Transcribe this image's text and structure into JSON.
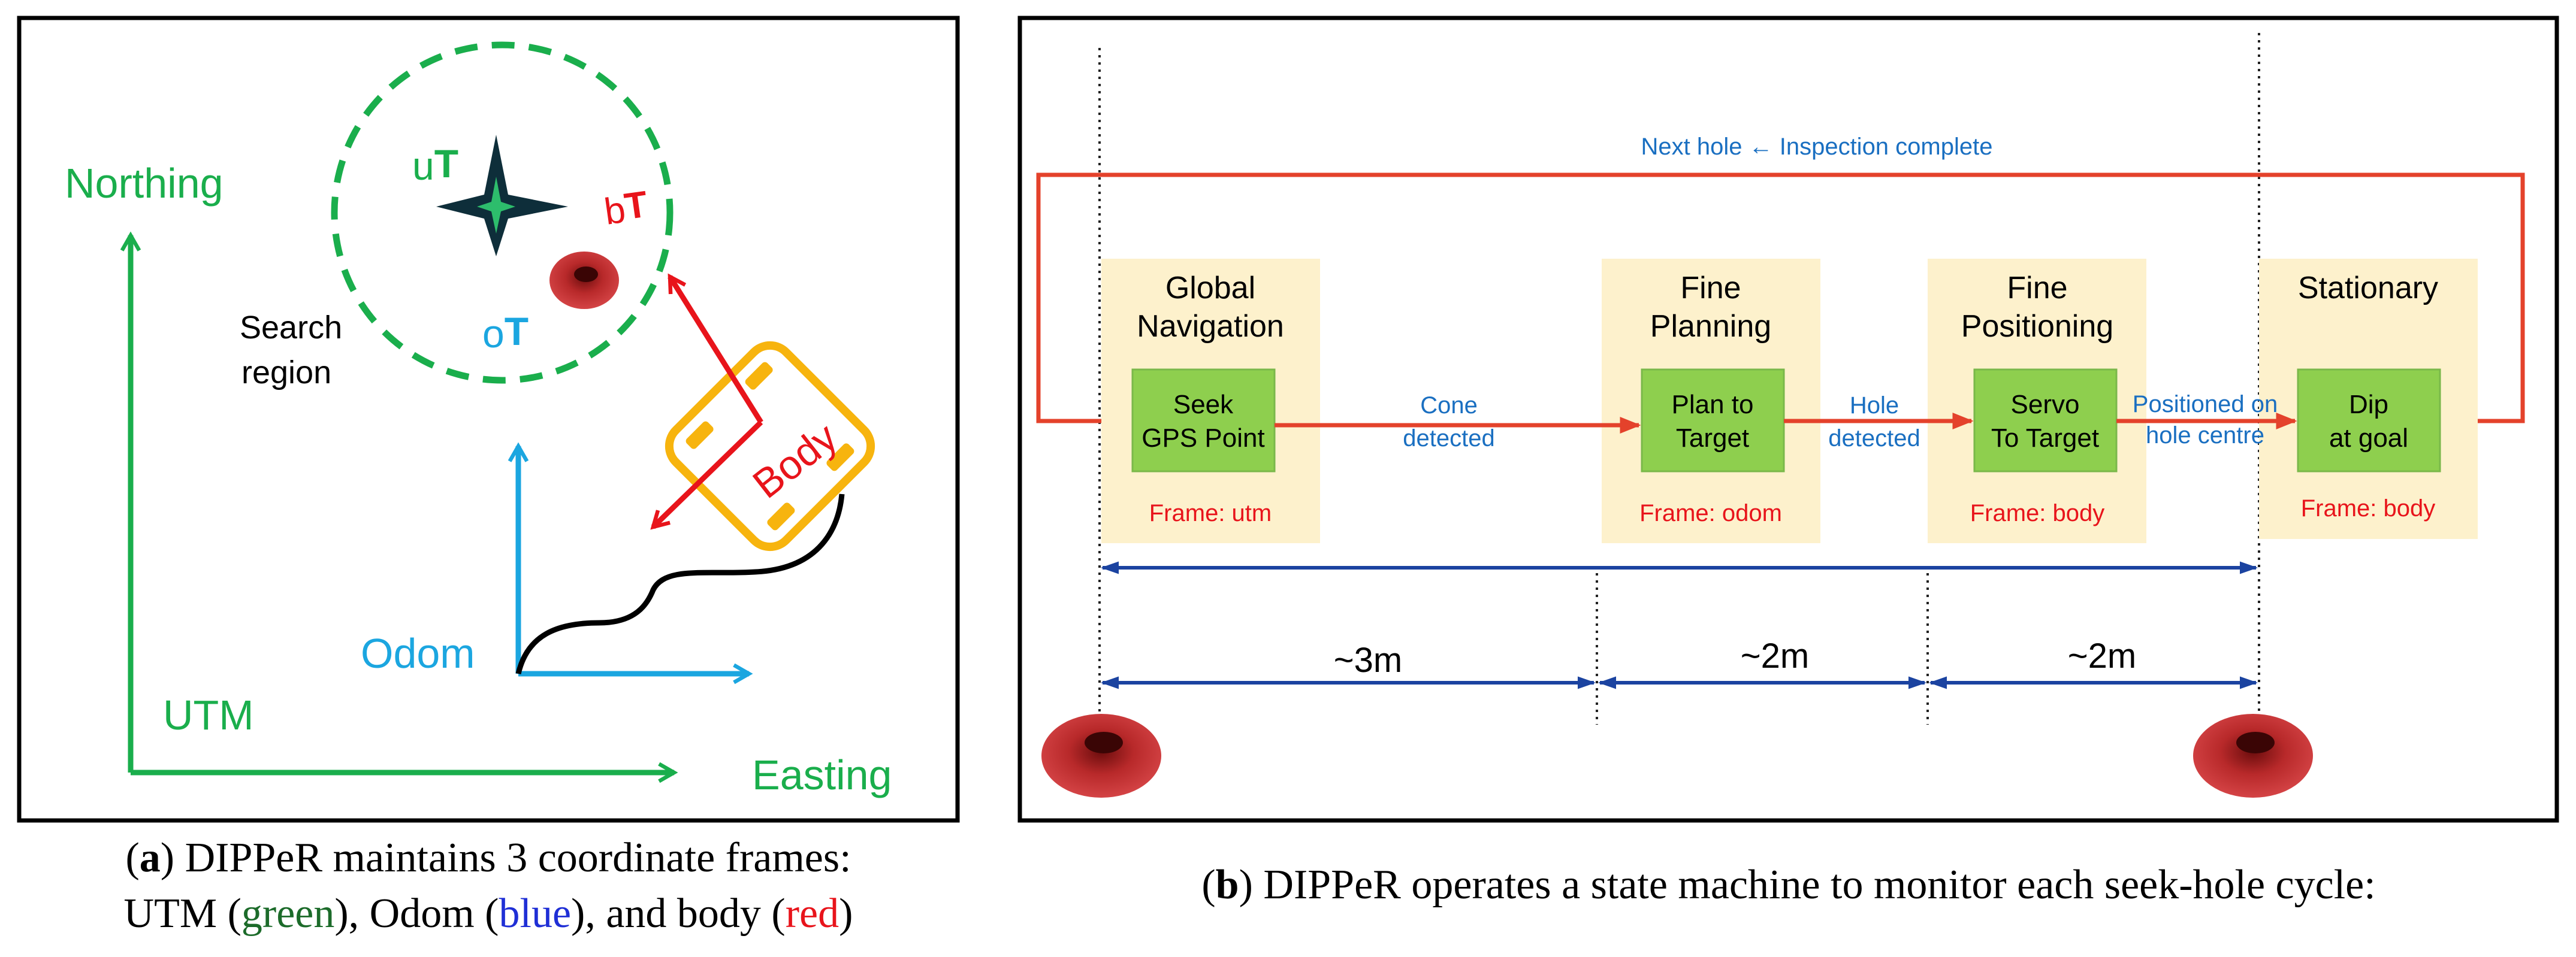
{
  "panel_a": {
    "axes": {
      "utm": {
        "north_label": "Northing",
        "east_label": "Easting",
        "name": "UTM"
      },
      "odom": {
        "name": "Odom"
      }
    },
    "search_region": {
      "line1": "Search",
      "line2": "region"
    },
    "target_labels": {
      "u_sub": "u",
      "u_main": "T",
      "o_sub": "o",
      "o_main": "T",
      "b_sub": "b",
      "b_main": "T"
    },
    "body_label": "Body",
    "caption": {
      "open": "(",
      "letter": "a",
      "close": ")",
      "line1_rest": " DIPPeR maintains 3 coordinate frames:",
      "l2_a": "UTM (",
      "l2_green": "green",
      "l2_b": "), Odom (",
      "l2_blue": "blue",
      "l2_c": "), and body (",
      "l2_red": "red",
      "l2_d": ")"
    },
    "colors": {
      "utm": "#1aae4c",
      "odom": "#1ba6e0",
      "body": "#e8141b",
      "vehicle": "#f7b40e"
    }
  },
  "panel_b": {
    "loop_label": "Next hole ← Inspection complete",
    "states": [
      {
        "title1": "Global",
        "title2": "Navigation",
        "action1": "Seek",
        "action2": "GPS Point",
        "frame": "Frame: utm"
      },
      {
        "title1": "Fine",
        "title2": "Planning",
        "action1": "Plan to",
        "action2": "Target",
        "frame": "Frame: odom"
      },
      {
        "title1": "Fine",
        "title2": "Positioning",
        "action1": "Servo",
        "action2": "To Target",
        "frame": "Frame: body"
      },
      {
        "title1": "Stationary",
        "title2": "",
        "action1": "Dip",
        "action2": "at goal",
        "frame": "Frame: body"
      }
    ],
    "transitions": [
      {
        "line1": "Cone",
        "line2": "detected"
      },
      {
        "line1": "Hole",
        "line2": "detected"
      },
      {
        "line1": "Positioned on",
        "line2": "hole centre"
      }
    ],
    "distances": [
      "~3m",
      "~2m",
      "~2m"
    ],
    "caption": {
      "open": "(",
      "letter": "b",
      "close": ")",
      "rest": " DIPPeR operates a state machine to monitor each seek-hole cycle:"
    },
    "colors": {
      "state_box": "#fdf1cc",
      "action_box": "#8ecf4e",
      "arrow": "#e4422b",
      "label": "#1a6fc1",
      "dim": "#1b43a0",
      "frame_text": "#e8141b"
    }
  }
}
